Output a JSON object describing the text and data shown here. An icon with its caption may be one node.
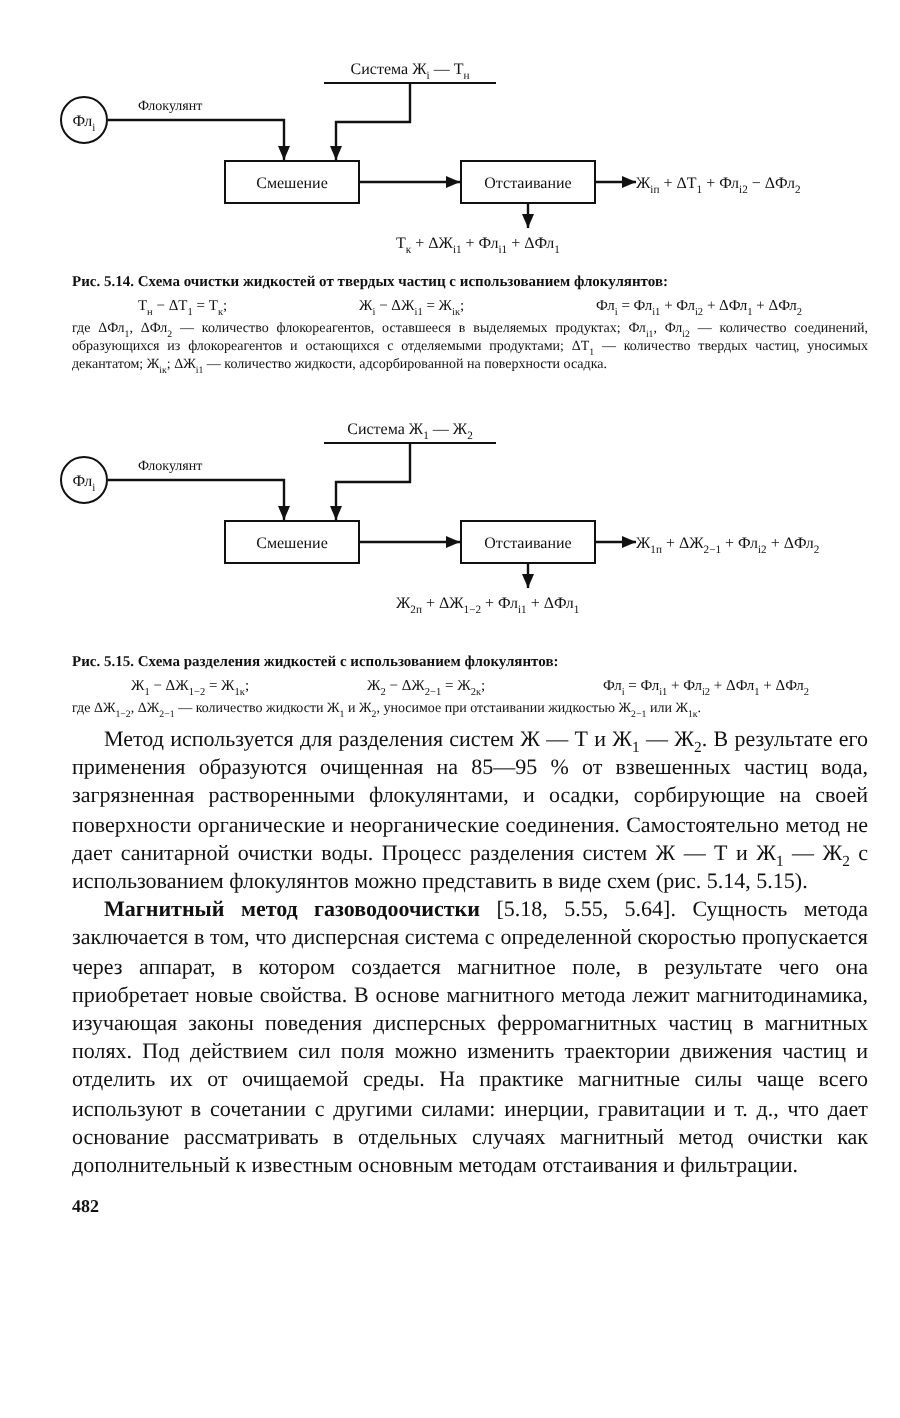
{
  "diagram": {
    "nodes": [
      {
        "text": [
          "Фл$_{i}$"
        ]
      },
      {
        "text": [
          "Система Ж$_{i}$ — Т$_{н}$"
        ]
      },
      {
        "text": [
          "Смешение"
        ]
      },
      {
        "text": [
          "Отстаивание"
        ]
      },
      {
        "text": [
          "Ж$_{iп}$ + ΔТ$_{1}$ + Фл$_{i2}$ − ΔФл$_{2}$"
        ]
      },
      {
        "text": [
          "Т$_{к}$ + ΔЖ$_{i1}$ + Фл$_{i1}$ + ΔФл$_{1}$"
        ]
      },
      {
        "text": [
          "Фл$_{i}$"
        ]
      },
      {
        "text": [
          "Система Ж$_{1}$ — Ж$_{2}$"
        ]
      },
      {
        "text": [
          "Смешение"
        ]
      },
      {
        "text": [
          "Отстаивание"
        ]
      },
      {
        "text": [
          "Ж$_{1п}$ + ΔЖ$_{2−1}$ + Фл$_{i2}$ + ΔФл$_{2}$"
        ]
      },
      {
        "text": [
          "Ж$_{2п}$ + ΔЖ$_{1−2}$ + Фл$_{i1}$ + ΔФл$_{1}$"
        ]
      }
    ],
    "edges": [
      {
        "from": 0,
        "to": 2,
        "arrow": "to",
        "label": "Флокулянт"
      },
      {
        "from": 1,
        "to": 2,
        "arrow": "to"
      },
      {
        "from": 2,
        "to": 3,
        "arrow": "to"
      },
      {
        "from": 3,
        "to": 4,
        "arrow": "to"
      },
      {
        "from": 3,
        "to": 5,
        "arrow": "to"
      },
      {
        "from": 6,
        "to": 8,
        "arrow": "to",
        "label": "Флокулянт"
      },
      {
        "from": 7,
        "to": 8,
        "arrow": "to"
      },
      {
        "from": 8,
        "to": 9,
        "arrow": "to"
      },
      {
        "from": 9,
        "to": 10,
        "arrow": "to"
      },
      {
        "from": 9,
        "to": 11,
        "arrow": "to"
      }
    ],
    "labels": [
      "Рис. 5.14. Схема очистки жидкостей от твердых частиц с использованием флокулянтов:",
      "Т$_{н}$ − ΔТ$_{1}$ = Т$_{к}$;",
      "Ж$_{i}$ − ΔЖ$_{i1}$ = Ж$_{iк}$;",
      "Фл$_{i}$ = Фл$_{i1}$ + Фл$_{i2}$ + ΔФл$_{1}$ + ΔФл$_{2}$",
      "где ΔФл$_{1}$, ΔФл$_{2}$ — количество флокореагентов, оставшееся в выделяемых продуктах; Фл$_{i1}$, Фл$_{i2}$ — количество соединений, образующихся из флокореагентов и остающихся с отделяемыми продуктами; ΔТ$_{1}$ — количество твердых частиц, уносимых декантатом; Ж$_{iк}$; ΔЖ$_{i1}$ — количество жидкости, адсорбированной на поверхности осадка.",
      "Рис. 5.15. Схема разделения жидкостей с использованием флокулянтов:",
      "Ж$_{1}$ − ΔЖ$_{1−2}$ = Ж$_{1к}$;",
      "Ж$_{2}$ − ΔЖ$_{2−1}$ = Ж$_{2к}$;",
      "Фл$_{i}$ = Фл$_{i1}$ + Фл$_{i2}$ + ΔФл$_{1}$ + ΔФл$_{2}$",
      "где ΔЖ$_{1−2}$, ΔЖ$_{2−1}$ — количество жидкости Ж$_{1}$ и Ж$_{2}$, уносимое при отстаивании жидкостью Ж$_{2−1}$ или Ж$_{1к}$.",
      "Метод используется для разделения систем Ж — Т и Ж$_{1}$ — Ж$_{2}$. В результате его применения образуются очищенная на 85—95 % от взвешенных частиц вода, загрязненная растворенными флокулянтами, и осадки, сорбирующие на своей поверхности органические и неорганические соединения. Самостоятельно метод не дает санитарной очистки воды. Процесс разделения систем Ж — Т и Ж$_{1}$ — Ж$_{2}$ с использованием флокулянтов можно представить в виде схем (рис. 5.14, 5.15).",
      "**Магнитный метод газоводоочистки** [5.18, 5.55, 5.64]. Сущность метода заключается в том, что дисперсная система с определенной скоростью пропускается через аппарат, в котором создается магнитное поле, в результате чего она приобретает новые свойства. В основе магнитного метода лежит магнитодинамика, изучающая законы поведения дисперсных ферромагнитных частиц в магнитных полях. Под действием сил поля можно изменить траектории движения частиц и отделить их от очищаемой среды. На практике магнитные силы чаще всего используют в сочетании с другими силами: инерции, гравитации и т. д., что дает основание рассматривать в отдельных случаях магнитный метод очистки как дополнительный к известным основным методам отстаивания и фильтрации.",
      "482"
    ]
  }
}
